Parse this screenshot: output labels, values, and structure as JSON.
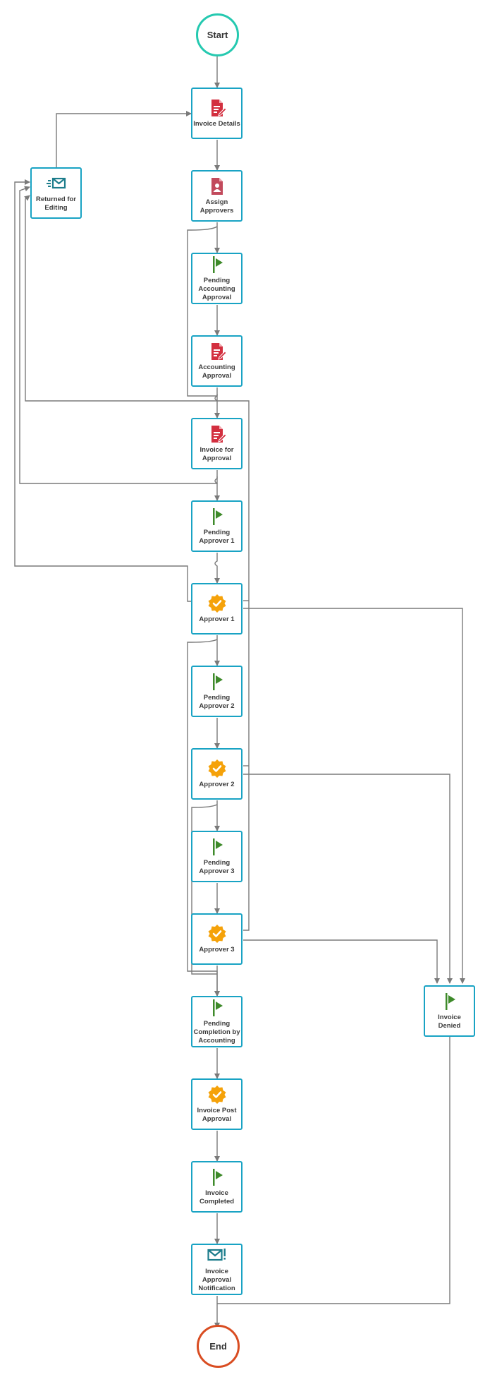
{
  "workflow": {
    "start": {
      "label": "Start",
      "color": "#25c9b0"
    },
    "end": {
      "label": "End",
      "color": "#d94d22"
    },
    "node_border_color": "#19a3c4",
    "connector_color": "#7a7a7a",
    "nodes": [
      {
        "id": "invoice-details",
        "label": "Invoice Details",
        "icon": "form-edit-icon",
        "icon_color": "#d32f3f"
      },
      {
        "id": "assign-approvers",
        "label": "Assign Approvers",
        "icon": "user-document-icon",
        "icon_color": "#c24a5c"
      },
      {
        "id": "pending-accounting-approval",
        "label": "Pending Accounting Approval",
        "icon": "flag-icon",
        "icon_color": "#3e8a2a"
      },
      {
        "id": "accounting-approval",
        "label": "Accounting Approval",
        "icon": "form-edit-icon",
        "icon_color": "#d32f3f"
      },
      {
        "id": "invoice-for-approval",
        "label": "Invoice for Approval",
        "icon": "form-edit-icon",
        "icon_color": "#d32f3f"
      },
      {
        "id": "pending-approver-1",
        "label": "Pending Approver 1",
        "icon": "flag-icon",
        "icon_color": "#3e8a2a"
      },
      {
        "id": "approver-1",
        "label": "Approver 1",
        "icon": "approval-badge-icon",
        "icon_color": "#f5a20a"
      },
      {
        "id": "pending-approver-2",
        "label": "Pending Approver 2",
        "icon": "flag-icon",
        "icon_color": "#3e8a2a"
      },
      {
        "id": "approver-2",
        "label": "Approver 2",
        "icon": "approval-badge-icon",
        "icon_color": "#f5a20a"
      },
      {
        "id": "pending-approver-3",
        "label": "Pending Approver 3",
        "icon": "flag-icon",
        "icon_color": "#3e8a2a"
      },
      {
        "id": "approver-3",
        "label": "Approver 3",
        "icon": "approval-badge-icon",
        "icon_color": "#f5a20a"
      },
      {
        "id": "pending-completion-by-accounting",
        "label": "Pending Completion by Accounting",
        "icon": "flag-icon",
        "icon_color": "#3e8a2a"
      },
      {
        "id": "invoice-post-approval",
        "label": "Invoice Post Approval",
        "icon": "approval-badge-icon",
        "icon_color": "#f5a20a"
      },
      {
        "id": "invoice-completed",
        "label": "Invoice Completed",
        "icon": "flag-icon",
        "icon_color": "#3e8a2a"
      },
      {
        "id": "invoice-approval-notification",
        "label": "Invoice Approval Notification",
        "icon": "mail-alert-icon",
        "icon_color": "#1d7d8c"
      },
      {
        "id": "returned-for-editing",
        "label": "Returned for Editing",
        "icon": "fast-mail-icon",
        "icon_color": "#1d7d8c"
      },
      {
        "id": "invoice-denied",
        "label": "Invoice Denied",
        "icon": "flag-icon",
        "icon_color": "#3e8a2a"
      }
    ]
  }
}
